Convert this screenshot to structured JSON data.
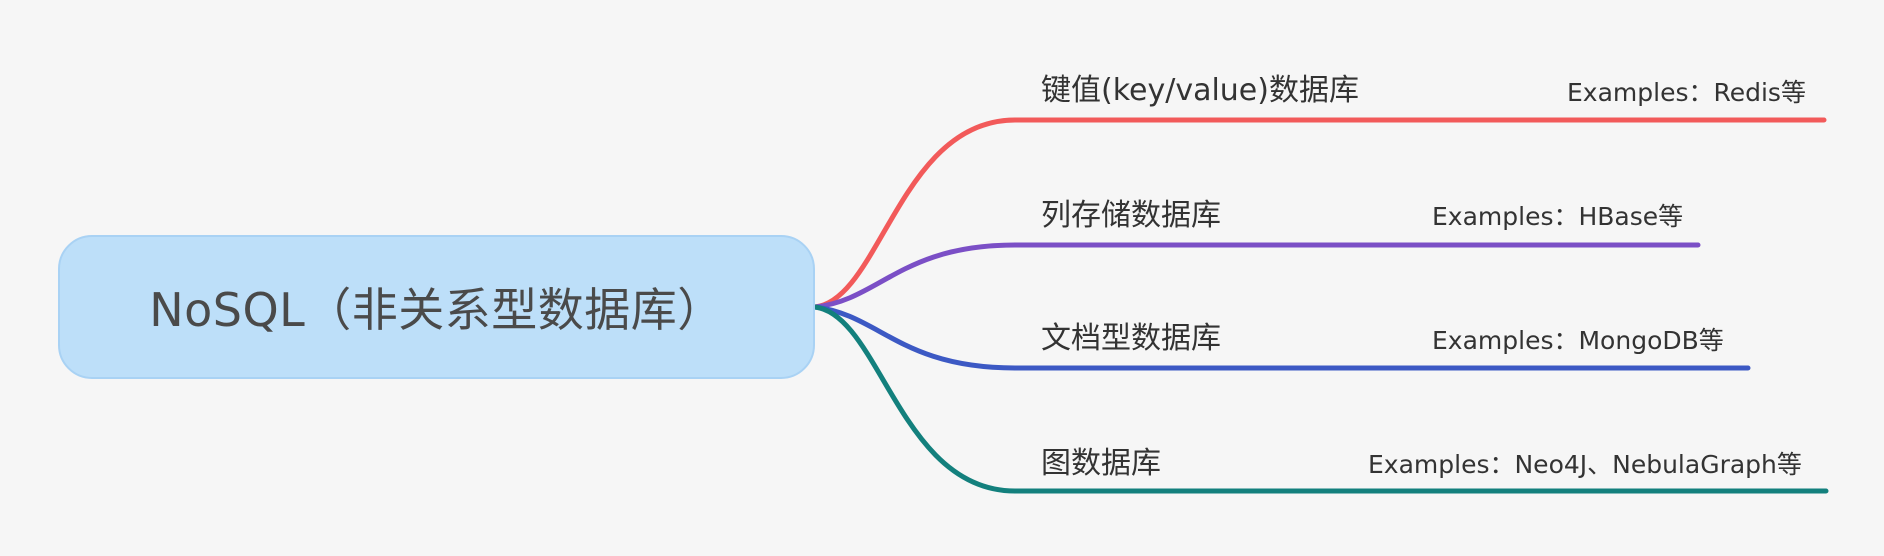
{
  "root": {
    "label": "NoSQL（非关系型数据库）"
  },
  "branches": [
    {
      "label": "键值(key/value)数据库",
      "example": "Examples：Redis等",
      "color": "#f25a5a"
    },
    {
      "label": "列存储数据库",
      "example": "Examples：HBase等",
      "color": "#7b4fc6"
    },
    {
      "label": "文档型数据库",
      "example": "Examples：MongoDB等",
      "color": "#3c59c4"
    },
    {
      "label": "图数据库",
      "example": "Examples：Neo4J、NebulaGraph等",
      "color": "#13807d"
    }
  ]
}
